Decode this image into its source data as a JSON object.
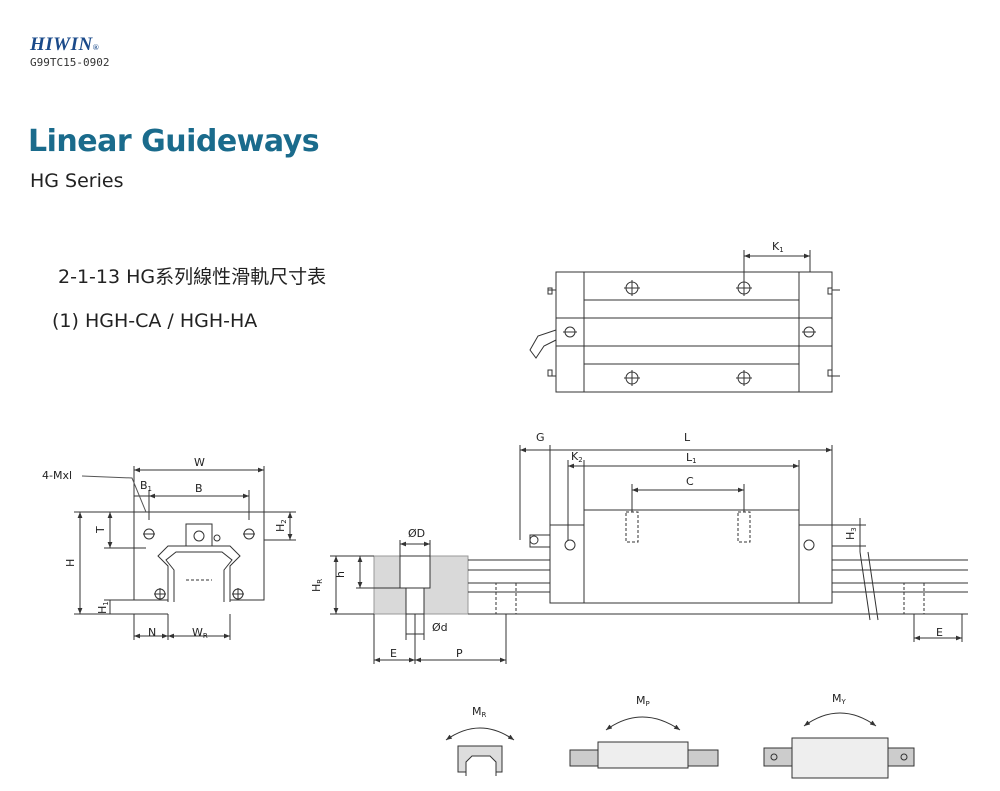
{
  "header": {
    "brand": "HIWIN",
    "registered": "®",
    "doc_code": "G99TC15-0902"
  },
  "title": "Linear Guideways",
  "subtitle": "HG Series",
  "section_heading": "2-1-13 HG系列線性滑軌尺寸表",
  "model_heading": "(1) HGH-CA / HGH-HA",
  "labels": {
    "K1": "K",
    "K1_sub": "1",
    "G": "G",
    "L": "L",
    "K2": "K",
    "K2_sub": "2",
    "L1": "L",
    "L1_sub": "1",
    "C": "C",
    "H3": "H",
    "H3_sub": "3",
    "W": "W",
    "B1": "B",
    "B1_sub": "1",
    "B": "B",
    "mxl": "4-Mxl",
    "T": "T",
    "H2": "H",
    "H2_sub": "2",
    "H": "H",
    "H1": "H",
    "H1_sub": "1",
    "N": "N",
    "WR": "W",
    "WR_sub": "R",
    "OD": "ØD",
    "h": "h",
    "HR": "H",
    "HR_sub": "R",
    "od": "Ød",
    "E": "E",
    "P": "P",
    "E_right": "E",
    "MR": "M",
    "MR_sub": "R",
    "MP": "M",
    "MP_sub": "P",
    "MY": "M",
    "MY_sub": "Y"
  }
}
